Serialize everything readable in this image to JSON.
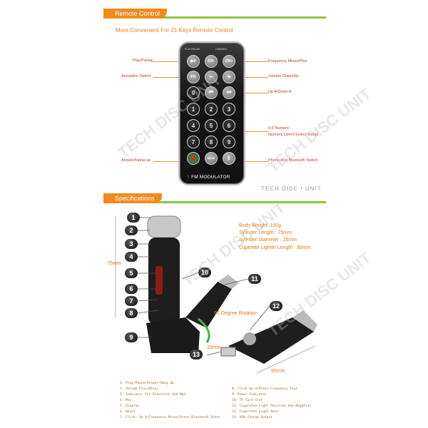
{
  "remote_section": {
    "header": "Remote Control",
    "subtitle": "More Convenient For 21 Keys Remote Control",
    "annotations_left": [
      "Play/Pause",
      "Acoustics Switch",
      "Answer/Hang up"
    ],
    "annotations_right": [
      "Frequency Minus/Plus",
      "Volume Down/Up",
      "Up A/Down A",
      "0-9 Numeric",
      "Numeric Direct Select Songs",
      "Phone And Bluetooth Switch"
    ],
    "remote": {
      "top_labels": [
        "PLAY/PAUSE",
        "CHANNEL"
      ],
      "row1": [
        "▶II",
        "CH-",
        "CH+"
      ],
      "row2": [
        "FS",
        "−",
        "+"
      ],
      "row3": [
        "0",
        "⏮",
        "⏭"
      ],
      "numbers": [
        "1",
        "2",
        "3",
        "4",
        "5",
        "6",
        "7",
        "8",
        "9"
      ],
      "row_bottom_mid": "MODE",
      "footer": "FM MODULATOR"
    },
    "brand": [
      "TECH",
      "DISC",
      "UNIT"
    ]
  },
  "specs_section": {
    "header": "Specifications",
    "specs": [
      "Body Weight: 100g",
      "Sylinder Length : 75mm",
      "Sylinder Diameter : 25mm",
      "Cigarette Lighter Length : 90mm"
    ],
    "dims": {
      "height": "75mm",
      "rotation": "90 Degree Rotation",
      "port": "23mm",
      "length": "90mm"
    },
    "callouts": [
      "1",
      "2",
      "3",
      "4",
      "5",
      "6",
      "7",
      "8",
      "9",
      "10",
      "11",
      "12",
      "13"
    ],
    "legend_left": [
      "1: Play/Pause/Answer/Hang Up",
      "2: Volume Plus/Minus",
      "3: Indicator For Bluetooth And Mp3",
      "4: Mic",
      "5: Display",
      "6: Reset",
      "7: Click: Go A/Frequency Minus/Press:Bluetooth Enter"
    ],
    "legend_right": [
      "8: Click Up A/Press:Frequency Plus",
      "9: Power Indicator",
      "10: TF Card Slot",
      "11: Cigarette Light Positive And Negative",
      "12: Cigarette Light Base",
      "13: USB Charge Output"
    ]
  },
  "watermark": "TECH DISC UNIT",
  "colors": {
    "orange": "#f08a1c",
    "green": "#8cc63f",
    "annotation": "#c0392b"
  }
}
